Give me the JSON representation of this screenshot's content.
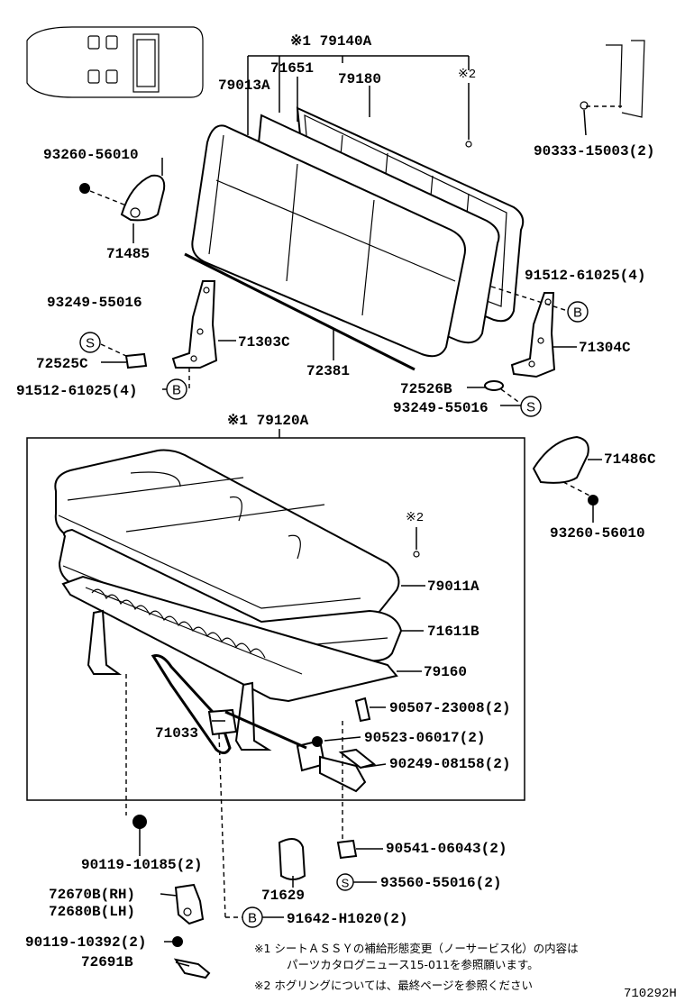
{
  "labels": {
    "p79140A": "※1 79140A",
    "p79013A": "79013A",
    "p71651": "71651",
    "p79180": "79180",
    "mark2_top": "※2",
    "p90333": "90333-15003(2)",
    "p93260_top": "93260-56010",
    "p71485": "71485",
    "p91512_right": "91512-61025(4)",
    "p93249_left": "93249-55016",
    "p71303C": "71303C",
    "p71304C": "71304C",
    "p72525C": "72525C",
    "p72381": "72381",
    "p91512_left": "91512-61025(4)",
    "p72526B": "72526B",
    "p93249_right": "93249-55016",
    "p79120A": "※1 79120A",
    "p71486C": "71486C",
    "mark2_mid": "※2",
    "p93260_right": "93260-56010",
    "p79011A": "79011A",
    "p71611B": "71611B",
    "p79160": "79160",
    "p90507": "90507-23008(2)",
    "p71033": "71033",
    "p90523": "90523-06017(2)",
    "p90249": "90249-08158(2)",
    "p90119_a": "90119-10185(2)",
    "p90541": "90541-06043(2)",
    "p71629": "71629",
    "p93560": "93560-55016(2)",
    "p72670B": "72670B(RH)",
    "p72680B": "72680B(LH)",
    "p91642": "91642-H1020(2)",
    "p90119_b": "90119-10392(2)",
    "p72691B": "72691B"
  },
  "markers": {
    "S": "S",
    "B": "B"
  },
  "notes": {
    "note1_line1": "※1 シートＡＳＳＹの補給形態変更（ノーサービス化）の内容は",
    "note1_line2": "パーツカタログニュース15-011を参照願います。",
    "note2": "※2 ホグリングについては、最終ページを参照ください"
  },
  "figure_code": "710292H"
}
